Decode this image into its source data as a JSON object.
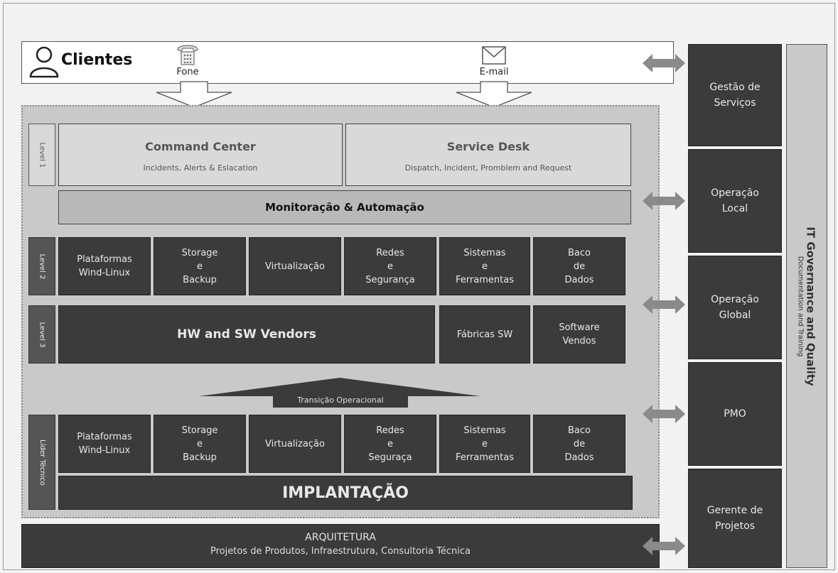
{
  "clients": {
    "label": "Clientes",
    "fone": "Fone",
    "email": "E-mail"
  },
  "level1": {
    "tab": "Level 1",
    "command_center": {
      "title": "Command Center",
      "sub": "Incidents, Alerts & Eslacation"
    },
    "service_desk": {
      "title": "Service Desk",
      "sub": "Dispatch, Incident, Promblem and Request"
    }
  },
  "monitoring": "Monitoração & Automação",
  "level2": {
    "tab": "Level 2",
    "items": [
      "Plataformas\nWind-Linux",
      "Storage\ne\nBackup",
      "Virtualização",
      "Redes\ne\nSegurança",
      "Sistemas\ne\nFerramentas",
      "Baco\nde\nDados"
    ]
  },
  "level3": {
    "tab": "Level 3",
    "vendors": "HW and SW Vendors",
    "fabricas": "Fábricas SW",
    "software": "Software\nVendos"
  },
  "transition": "Transição Operacional",
  "lider": {
    "tab": "Líder Técnico",
    "items": [
      "Plataformas\nWind-Linux",
      "Storage\ne\nBackup",
      "Virtualização",
      "Redes\ne\nSeguraça",
      "Sistemas\ne\nFerramentas",
      "Baco\nde\nDados"
    ],
    "implantacao": "IMPLANTAÇÃO"
  },
  "arquitetura": {
    "title": "ARQUITETURA",
    "sub": "Projetos de Produtos, Infraestrutura, Consultoria Técnica"
  },
  "side": [
    "Gestão de\nServiços",
    "Operação\nLocal",
    "Operação\nGlobal",
    "PMO",
    "Gerente de\nProjetos"
  ],
  "governance": {
    "title": "IT Governance and Quality",
    "sub": "Documentation and Training"
  }
}
